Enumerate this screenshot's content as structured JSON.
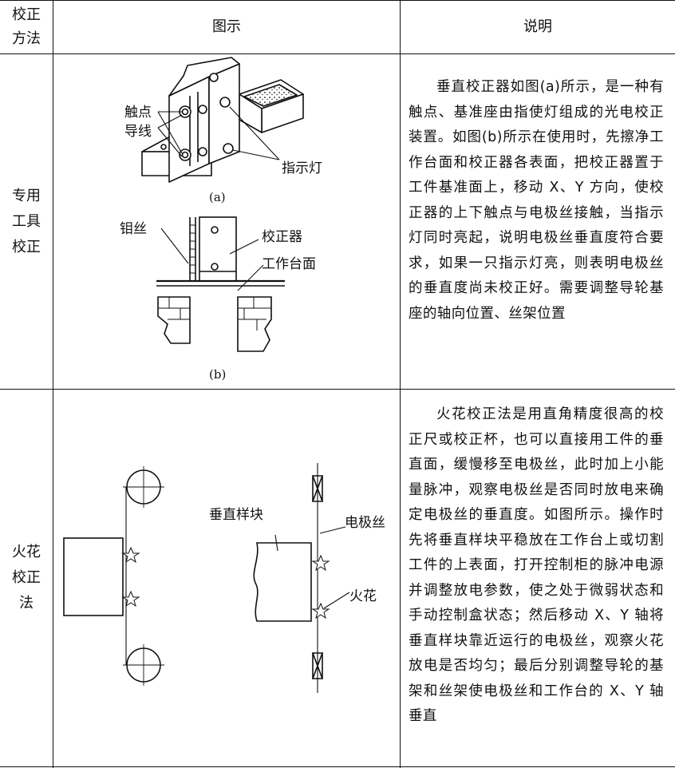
{
  "header": {
    "method": "校正\n方法",
    "figure": "图示",
    "description": "说明"
  },
  "rows": [
    {
      "method": "专用\n工具\n校正",
      "description": "垂直校正器如图(a)所示，是一种有触点、基准座由指使灯组成的光电校正装置。如图(b)所示在使用时，先擦净工作台面和校正器各表面，把校正器置于工件基准面上，移动 X、Y 方向，使校正器的上下触点与电极丝接触，当指示灯同时亮起，说明电极丝垂直度符合要求，如果一只指示灯亮，则表明电极丝的垂直度尚未校正好。需要调整导轮基座的轴向位置、丝架位置",
      "figure_labels": {
        "contact": "触点",
        "lead": "导线",
        "indicator": "指示灯",
        "caption_a": "(a)",
        "wire": "钼丝",
        "corrector": "校正器",
        "table": "工作台面",
        "caption_b": "(b)"
      }
    },
    {
      "method": "火花\n校正\n法",
      "description": "火花校正法是用直角精度很高的校正尺或校正杯，也可以直接用工件的垂直面，缓慢移至电极丝，此时加上小能量脉冲，观察电极丝是否同时放电来确定电极丝的垂直度。如图所示。操作时先将垂直样块平稳放在工作台上或切割工件的上表面，打开控制柜的脉冲电源并调整放电参数，使之处于微弱状态和手动控制盒状态；然后移动 X、Y 轴将垂直样块靠近运行的电极丝，观察火花放电是否均匀；最后分别调整导轮的基架和丝架使电极丝和工作台的 X、Y 轴垂直",
      "figure_labels": {
        "block": "垂直样块",
        "electrode": "电极丝",
        "spark": "火花"
      }
    }
  ]
}
